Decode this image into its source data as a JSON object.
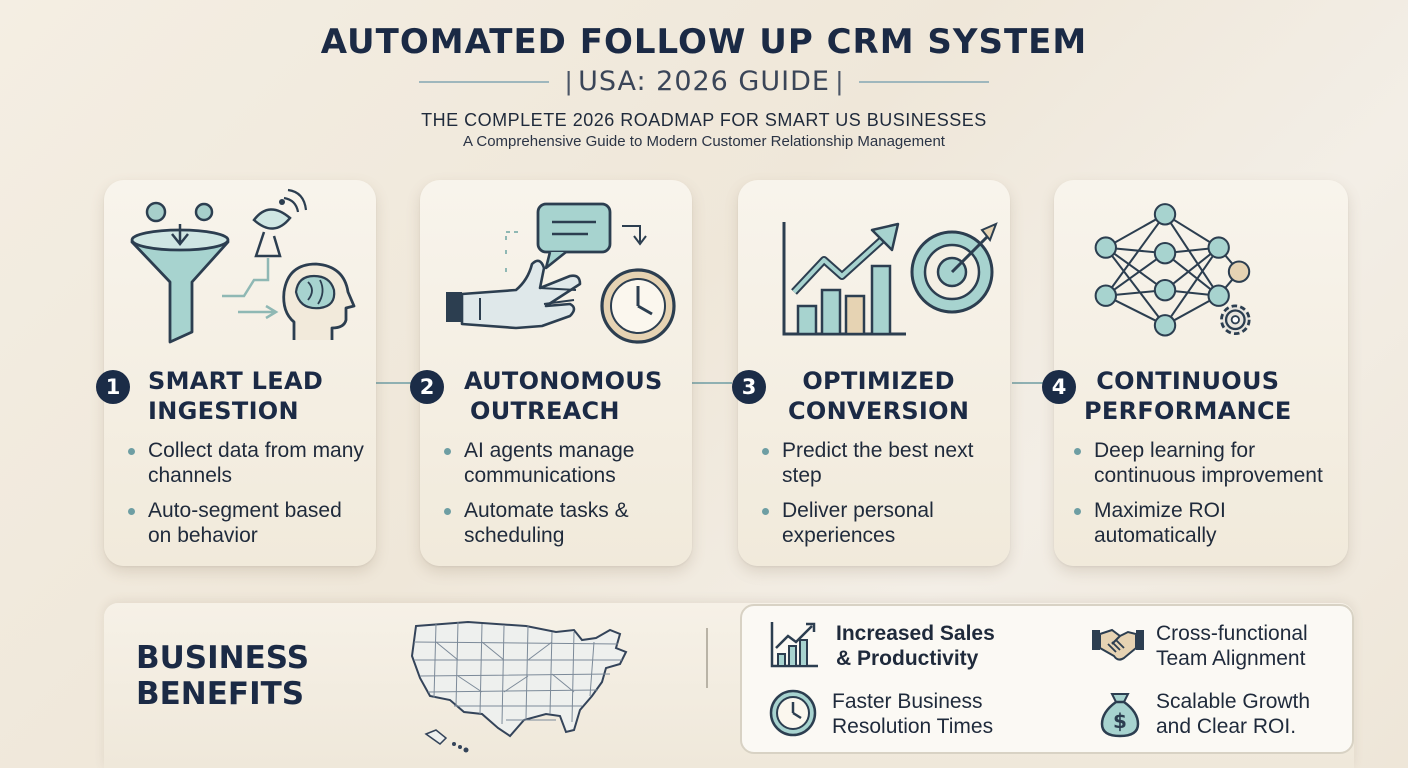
{
  "header": {
    "title": "AUTOMATED FOLLOW UP CRM SYSTEM",
    "subtitle": "USA: 2026 GUIDE",
    "tagline": "THE COMPLETE 2026 ROADMAP FOR SMART US BUSINESSES",
    "description": "A Comprehensive Guide to Modern Customer Relationship Management",
    "separator": "|"
  },
  "steps": [
    {
      "number": "1",
      "title_line1": "SMART LEAD",
      "title_line2": "INGESTION",
      "bullets": [
        "Collect data from many channels",
        "Auto-segment based on behavior"
      ],
      "icons": [
        "funnel-icon",
        "satellite-dish-icon",
        "head-brain-icon"
      ]
    },
    {
      "number": "2",
      "title_line1": "AUTONOMOUS",
      "title_line2": "OUTREACH",
      "bullets": [
        "AI agents manage communications",
        "Automate tasks & scheduling"
      ],
      "icons": [
        "robot-hand-icon",
        "chat-bubble-icon",
        "clock-icon"
      ]
    },
    {
      "number": "3",
      "title_line1": "OPTIMIZED",
      "title_line2": "CONVERSION",
      "bullets": [
        "Predict the best next step",
        "Deliver personal experiences"
      ],
      "icons": [
        "growth-chart-icon",
        "target-icon"
      ]
    },
    {
      "number": "4",
      "title_line1": "CONTINUOUS",
      "title_line2": "PERFORMANCE",
      "bullets": [
        "Deep learning for continuous improvement",
        "Maximize ROI automatically"
      ],
      "icons": [
        "neural-network-icon",
        "gear-icon"
      ]
    }
  ],
  "benefits": {
    "title_line1": "BUSINESS",
    "title_line2": "BENEFITS",
    "map_icon": "usa-map-icon",
    "items": [
      {
        "line1": "Increased Sales",
        "line2": "& Productivity",
        "icon": "bar-chart-icon"
      },
      {
        "line1": "Cross-functional",
        "line2": "Team Alignment",
        "icon": "handshake-icon"
      },
      {
        "line1": "Faster Business",
        "line2": "Resolution Times",
        "icon": "clock-icon"
      },
      {
        "line1": "Scalable Growth",
        "line2": "and Clear ROI.",
        "icon": "money-bag-icon"
      }
    ]
  },
  "colors": {
    "navy": "#1b2c47",
    "teal": "#8fc3c0",
    "tan": "#e6d3b3",
    "card": "#f4eee2"
  }
}
